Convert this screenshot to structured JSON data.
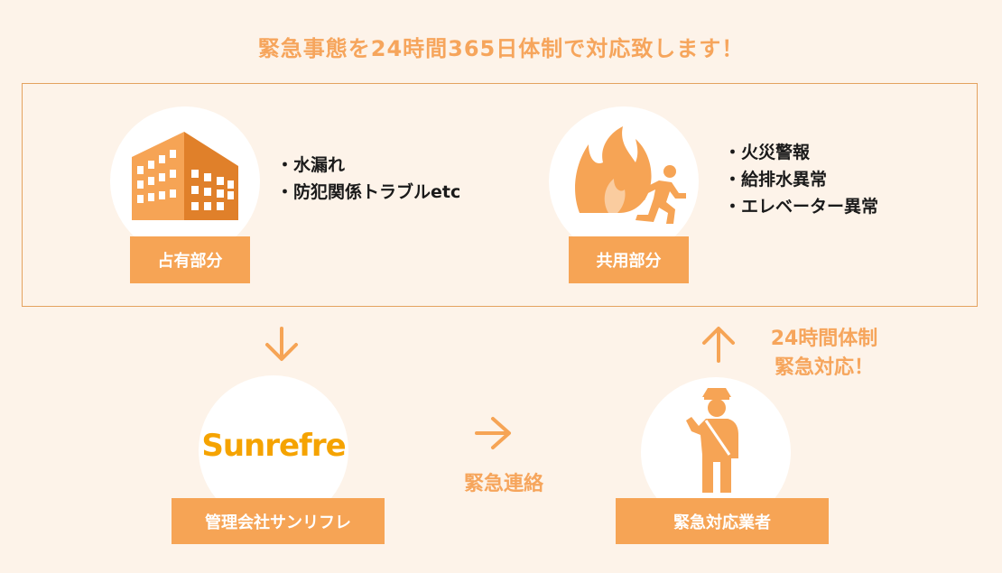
{
  "headline": "緊急事態を24時間365日体制で対応致します！",
  "exclusive": {
    "label": "占有部分",
    "items": [
      "水漏れ",
      "防犯関係トラブルetc"
    ]
  },
  "common": {
    "label": "共用部分",
    "items": [
      "火災警報",
      "給排水異常",
      "エレベーター異常"
    ]
  },
  "company": {
    "logo": "Sunrefre",
    "label": "管理会社サンリフレ"
  },
  "contact_label": "緊急連絡",
  "contractor": {
    "label": "緊急対応業者",
    "note_line1": "24時間体制",
    "note_line2": "緊急対応！"
  },
  "colors": {
    "accent": "#f6a455",
    "background": "#fdf3e9",
    "logo": "#f5a300"
  }
}
